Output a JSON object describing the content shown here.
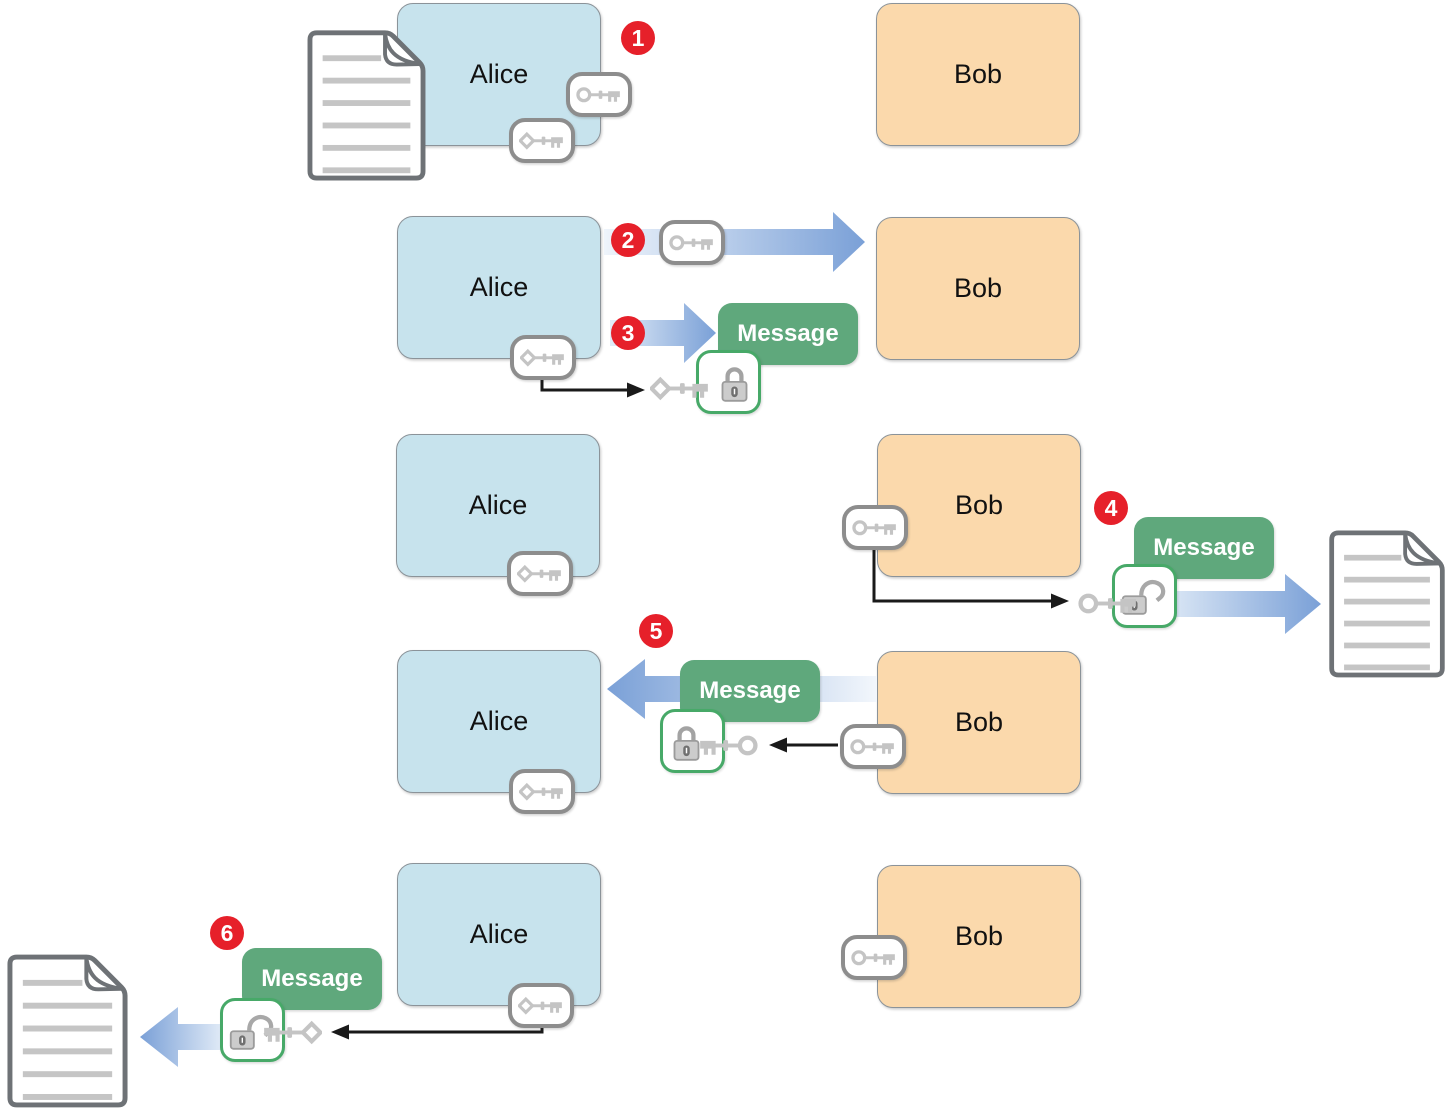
{
  "labels": {
    "alice": "Alice",
    "bob": "Bob",
    "message": "Message"
  },
  "step_badges": [
    "1",
    "2",
    "3",
    "4",
    "5",
    "6"
  ],
  "icons": {
    "public_key": "key with round bow",
    "private_key": "key with diamond bow",
    "padlock_locked": "closed padlock",
    "padlock_unlocked": "open padlock",
    "document": "lined document with folded corner"
  },
  "colors": {
    "alice_fill": "#c7e3ed",
    "bob_fill": "#fbd9ac",
    "actor_border": "#8b9399",
    "message_green": "#5fa87c",
    "lockbox_border_green": "#47a968",
    "badge_red": "#e6202a",
    "arrow_blue": "#7aa0d7",
    "arrow_blue_light": "#eef4fb",
    "key_gray": "#c4c4c4",
    "tag_border_gray": "#8d8d8d",
    "doc_border_gray": "#6e7276",
    "black_arrow": "#1a1a1a"
  }
}
